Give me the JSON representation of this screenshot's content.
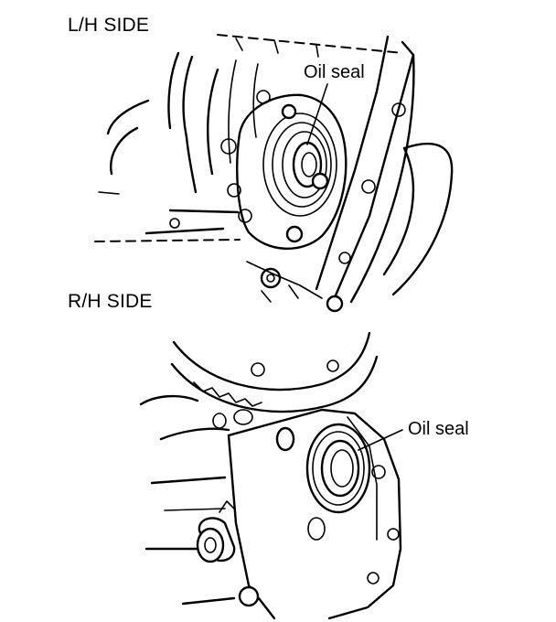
{
  "figure": {
    "lh_view": {
      "title": "L/H SIDE",
      "callout": "Oil seal"
    },
    "rh_view": {
      "title": "R/H SIDE",
      "callout": "Oil seal"
    }
  }
}
